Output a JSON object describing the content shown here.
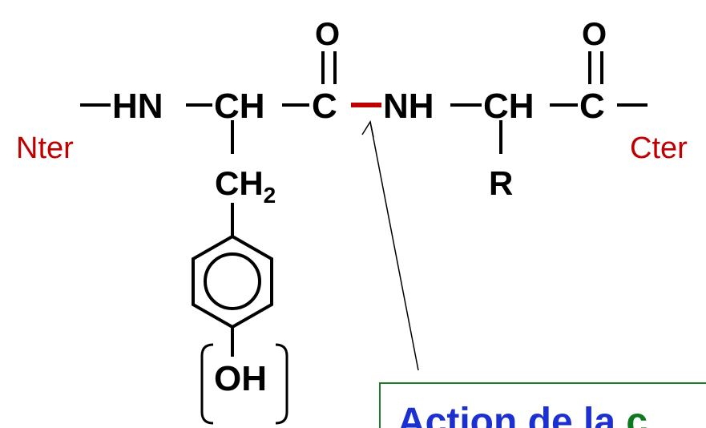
{
  "terminals": {
    "n_term": "Nter",
    "c_term": "Cter"
  },
  "atoms": {
    "hn": "HN",
    "ch_1": "CH",
    "c_1": "C",
    "o_1": "O",
    "nh": "NH",
    "ch_2": "CH",
    "c_2": "C",
    "o_2": "O",
    "ch2_main": "CH",
    "ch2_sub": "2",
    "r": "R",
    "oh": "OH"
  },
  "callout": {
    "text_blue": "Action de la ",
    "text_green": "c"
  },
  "colors": {
    "terminal": "#c00000",
    "cleaved_bond": "#c00000",
    "callout_text": "#1c2fd1",
    "callout_accent": "#0b7a1e",
    "callout_border": "#1f7a2a",
    "bond": "#000000"
  }
}
